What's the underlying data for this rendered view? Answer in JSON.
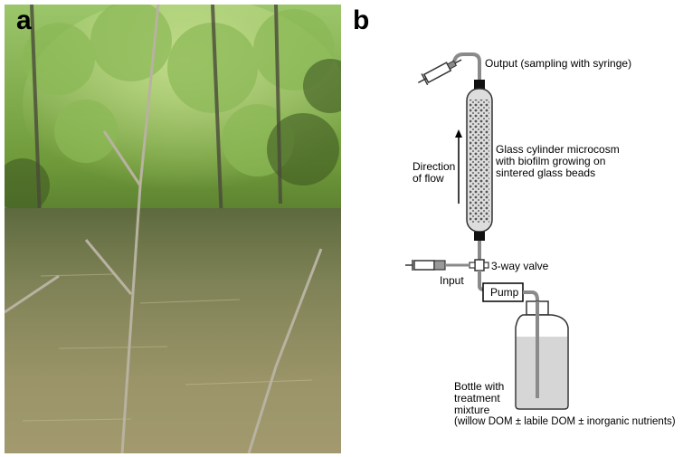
{
  "panels": {
    "a": {
      "letter": "a"
    },
    "b": {
      "letter": "b"
    }
  },
  "diagram": {
    "output_label": "Output (sampling with syringe)",
    "microcosm_label": [
      "Glass cylinder microcosm",
      "with biofilm growing on",
      "sintered glass beads"
    ],
    "direction_label": [
      "Direction",
      "of flow"
    ],
    "valve_label": "3-way valve",
    "input_label": "Input",
    "pump_label": "Pump",
    "bottle_label": [
      "Bottle with",
      "treatment",
      "mixture",
      "(willow DOM ± labile DOM ± inorganic nutrients)"
    ]
  },
  "colors": {
    "foliage": "#6f9a3a",
    "water": "#8c8d5c",
    "tube": "#8a8a8a",
    "liquid": "#d6d6d6"
  }
}
